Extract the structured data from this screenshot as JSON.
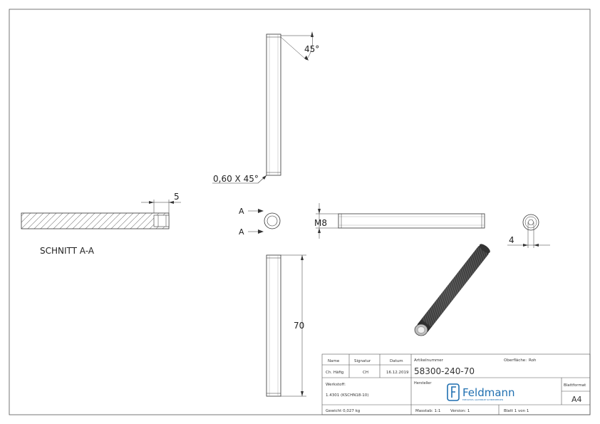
{
  "annotations": {
    "chamfer_angle": "45°",
    "chamfer_size": "0,60 X 45°",
    "section_depth": "5",
    "section_title": "SCHNITT A-A",
    "section_marker": "A",
    "thread": "M8",
    "hex_socket": "4",
    "length": "70"
  },
  "title_block": {
    "name_header": "Name",
    "signature_header": "Signatur",
    "date_header": "Datum",
    "name_value": "Ch. Häfig",
    "signature_value": "CH",
    "date_value": "16.12.2019",
    "article_label": "Artikelnummer",
    "article_number": "58300-240-70",
    "surface_label": "Oberfläche:",
    "surface_value": "Roh",
    "material_label": "Werkstoff:",
    "material_value": "1.4301 (KSCHN18-10)",
    "manufacturer_label": "Hersteller",
    "logo_text": "Feldmann",
    "logo_tagline": "EDELSTAHL ALUMINIUM SCHMIEDEEISEN",
    "sheet_format_label": "Blattformat",
    "sheet_format_value": "A4",
    "weight": "Gewicht 0,027 kg",
    "scale": "Masstab: 1:1",
    "version": "Version: 1",
    "sheet": "Blatt 1 von 1"
  }
}
